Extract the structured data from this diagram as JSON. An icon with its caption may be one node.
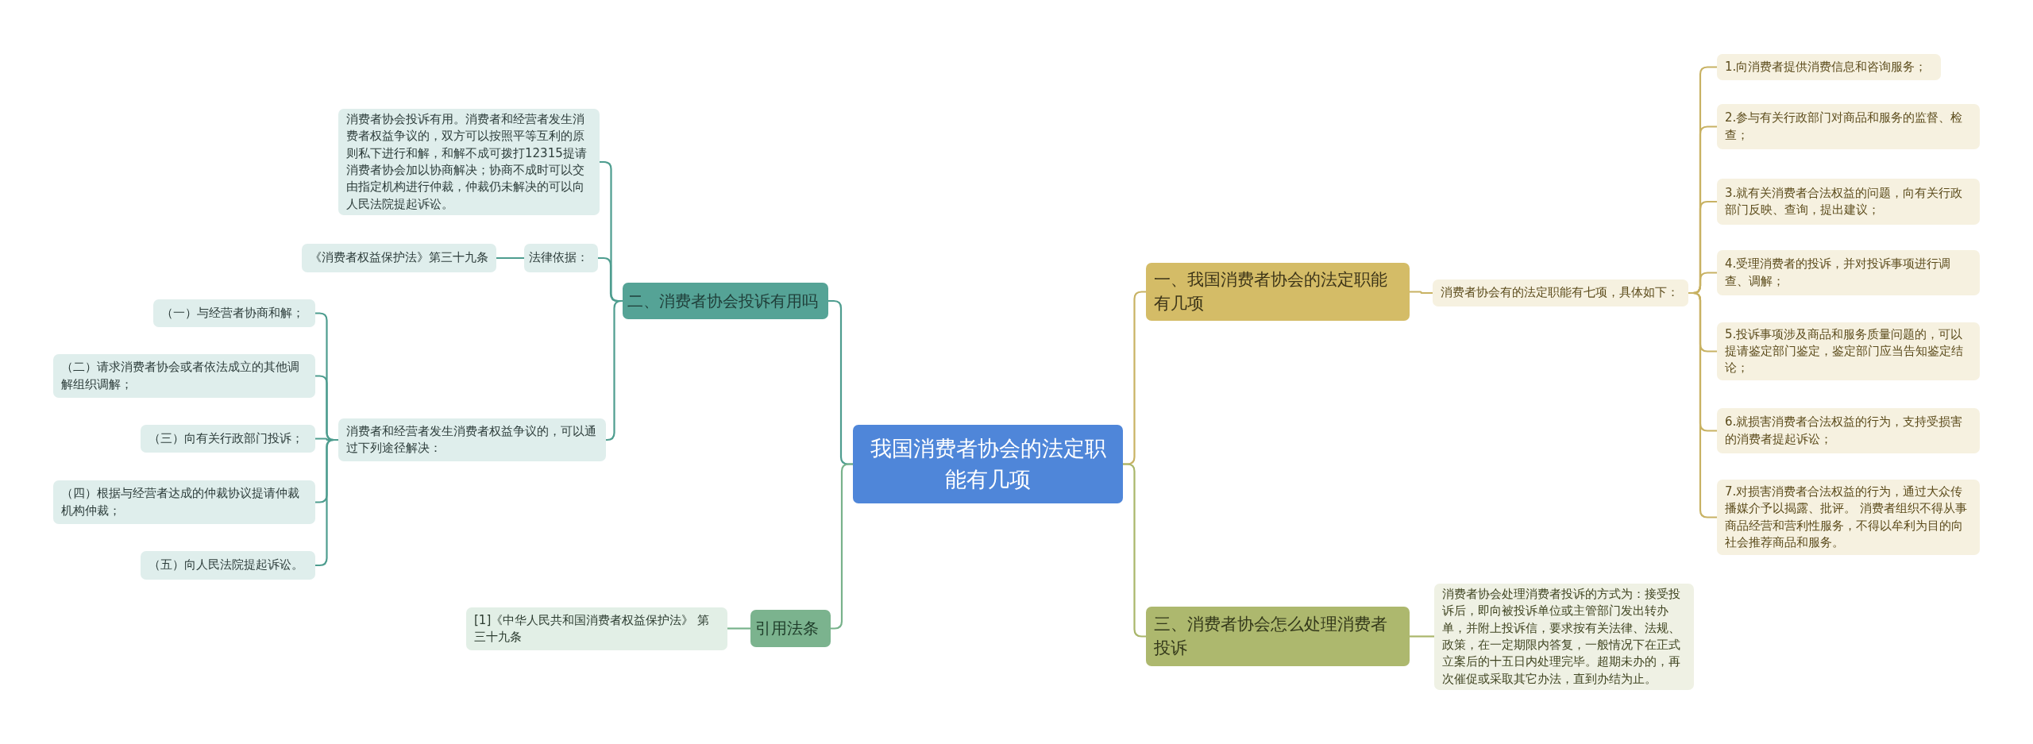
{
  "diagram": {
    "nodes": [
      {
        "text": [
          "我国消费者协会的法定职能有几项"
        ]
      },
      {
        "text": [
          "一、我国消费者协会的法定职能有几项"
        ]
      },
      {
        "text": [
          "消费者协会有的法定职能有七项，具体如下："
        ]
      },
      {
        "text": [
          "1.向消费者提供消费信息和咨询服务；"
        ]
      },
      {
        "text": [
          "2.参与有关行政部门对商品和服务的监督、检查；"
        ]
      },
      {
        "text": [
          "3.就有关消费者合法权益的问题，向有关行政部门反映、查询，提出建议；"
        ]
      },
      {
        "text": [
          "4.受理消费者的投诉，并对投诉事项进行调查、调解；"
        ]
      },
      {
        "text": [
          "5.投诉事项涉及商品和服务质量问题的，可以提请鉴定部门鉴定，鉴定部门应当告知鉴定结论；"
        ]
      },
      {
        "text": [
          "6.就损害消费者合法权益的行为，支持受损害的消费者提起诉讼；"
        ]
      },
      {
        "text": [
          "7.对损害消费者合法权益的行为，通过大众传播媒介予以揭露、批评。 消费者组织不得从事商品经营和营利性服务，不得以牟利为目的向社会推荐商品和服务。"
        ]
      },
      {
        "text": [
          "三、消费者协会怎么处理消费者投诉"
        ]
      },
      {
        "text": [
          "消费者协会处理消费者投诉的方式为：接受投诉后，即向被投诉单位或主管部门发出转办单，并附上投诉信，要求按有关法律、法规、政策，在一定期限内答复，一般情况下在正式立案后的十五日内处理完毕。超期未办的，再次催促或采取其它办法，直到办结为止。"
        ]
      },
      {
        "text": [
          "二、消费者协会投诉有用吗"
        ]
      },
      {
        "text": [
          "消费者协会投诉有用。消费者和经营者发生消费者权益争议的，双方可以按照平等互利的原则私下进行和解，和解不成可拨打12315提请消费者协会加以协商解决；协商不成时可以交由指定机构进行仲裁，仲裁仍未解决的可以向人民法院提起诉讼。"
        ]
      },
      {
        "text": [
          "法律依据："
        ]
      },
      {
        "text": [
          "《消费者权益保护法》第三十九条"
        ]
      },
      {
        "text": [
          "消费者和经营者发生消费者权益争议的，可以通过下列途径解决："
        ]
      },
      {
        "text": [
          "（一）与经营者协商和解；"
        ]
      },
      {
        "text": [
          "（二）请求消费者协会或者依法成立的其他调解组织调解；"
        ]
      },
      {
        "text": [
          "（三）向有关行政部门投诉；"
        ]
      },
      {
        "text": [
          "（四）根据与经营者达成的仲裁协议提请仲裁机构仲裁；"
        ]
      },
      {
        "text": [
          "（五）向人民法院提起诉讼。"
        ]
      },
      {
        "text": [
          "引用法条"
        ]
      },
      {
        "text": [
          "[1]《中华人民共和国消费者权益保护法》 第三十九条"
        ]
      }
    ],
    "edges": [
      {
        "from": 0,
        "to": 1,
        "arrow": "none",
        "color": "#c8b263"
      },
      {
        "from": 1,
        "to": 2,
        "arrow": "none",
        "color": "#c8b263"
      },
      {
        "from": 2,
        "to": 3,
        "arrow": "none",
        "color": "#c8b263"
      },
      {
        "from": 2,
        "to": 4,
        "arrow": "none",
        "color": "#c8b263"
      },
      {
        "from": 2,
        "to": 5,
        "arrow": "none",
        "color": "#c8b263"
      },
      {
        "from": 2,
        "to": 6,
        "arrow": "none",
        "color": "#c8b263"
      },
      {
        "from": 2,
        "to": 7,
        "arrow": "none",
        "color": "#c8b263"
      },
      {
        "from": 2,
        "to": 8,
        "arrow": "none",
        "color": "#c8b263"
      },
      {
        "from": 2,
        "to": 9,
        "arrow": "none",
        "color": "#c8b263"
      },
      {
        "from": 0,
        "to": 10,
        "arrow": "none",
        "color": "#a9b66a"
      },
      {
        "from": 10,
        "to": 11,
        "arrow": "none",
        "color": "#a9b66a"
      },
      {
        "from": 0,
        "to": 12,
        "arrow": "none"
      },
      {
        "from": 12,
        "to": 13,
        "arrow": "none"
      },
      {
        "from": 12,
        "to": 14,
        "arrow": "none"
      },
      {
        "from": 14,
        "to": 15,
        "arrow": "none"
      },
      {
        "from": 12,
        "to": 16,
        "arrow": "none"
      },
      {
        "from": 16,
        "to": 17,
        "arrow": "none"
      },
      {
        "from": 16,
        "to": 18,
        "arrow": "none"
      },
      {
        "from": 16,
        "to": 19,
        "arrow": "none"
      },
      {
        "from": 16,
        "to": 20,
        "arrow": "none"
      },
      {
        "from": 16,
        "to": 21,
        "arrow": "none"
      },
      {
        "from": 0,
        "to": 22,
        "arrow": "none",
        "color": "#78b28b"
      },
      {
        "from": 22,
        "to": 23,
        "arrow": "none",
        "color": "#78b28b"
      }
    ]
  }
}
